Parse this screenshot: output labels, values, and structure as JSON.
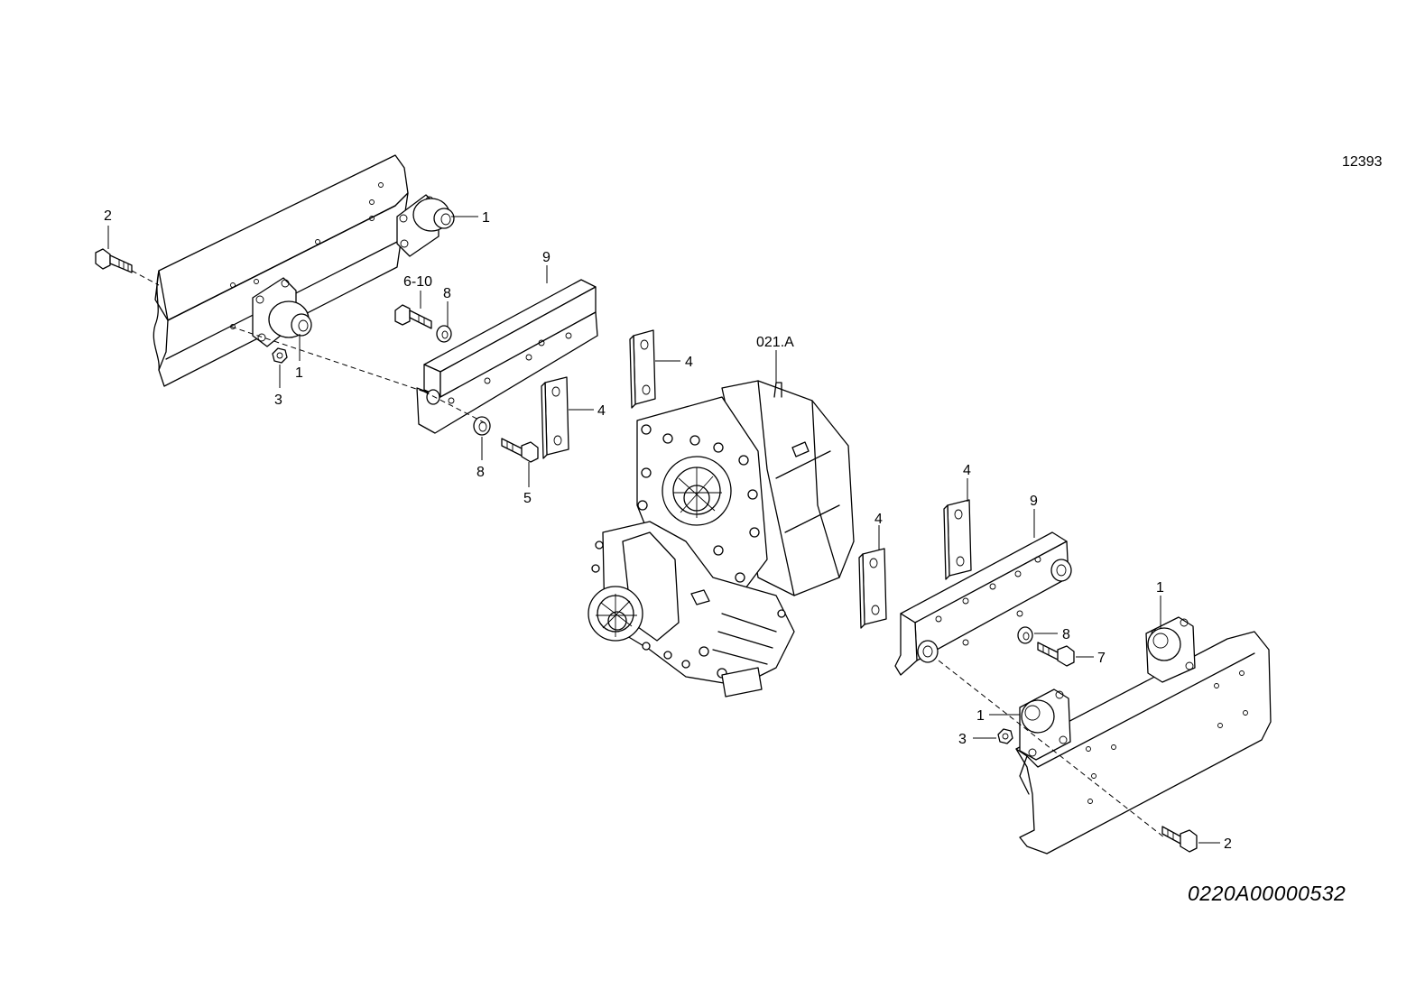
{
  "drawing_id": "12393",
  "part_number": "0220A00000532",
  "callouts": {
    "c_left_bolt2": "2",
    "c_left_mount1_top": "1",
    "c_left_mount1_low": "1",
    "c_left_nut3": "3",
    "c_bolt610": "6-10",
    "c_washer8_top": "8",
    "c_bracket9_left": "9",
    "c_spacer4_a": "4",
    "c_spacer4_b": "4",
    "c_washer8_low": "8",
    "c_bolt5": "5",
    "c_gearbox": "021.A",
    "c_spacer4_c": "4",
    "c_spacer4_d": "4",
    "c_bracket9_right": "9",
    "c_right_mount1_top": "1",
    "c_washer8_right": "8",
    "c_bolt7": "7",
    "c_right_mount1_low": "1",
    "c_right_nut3": "3",
    "c_right_bolt2": "2"
  }
}
